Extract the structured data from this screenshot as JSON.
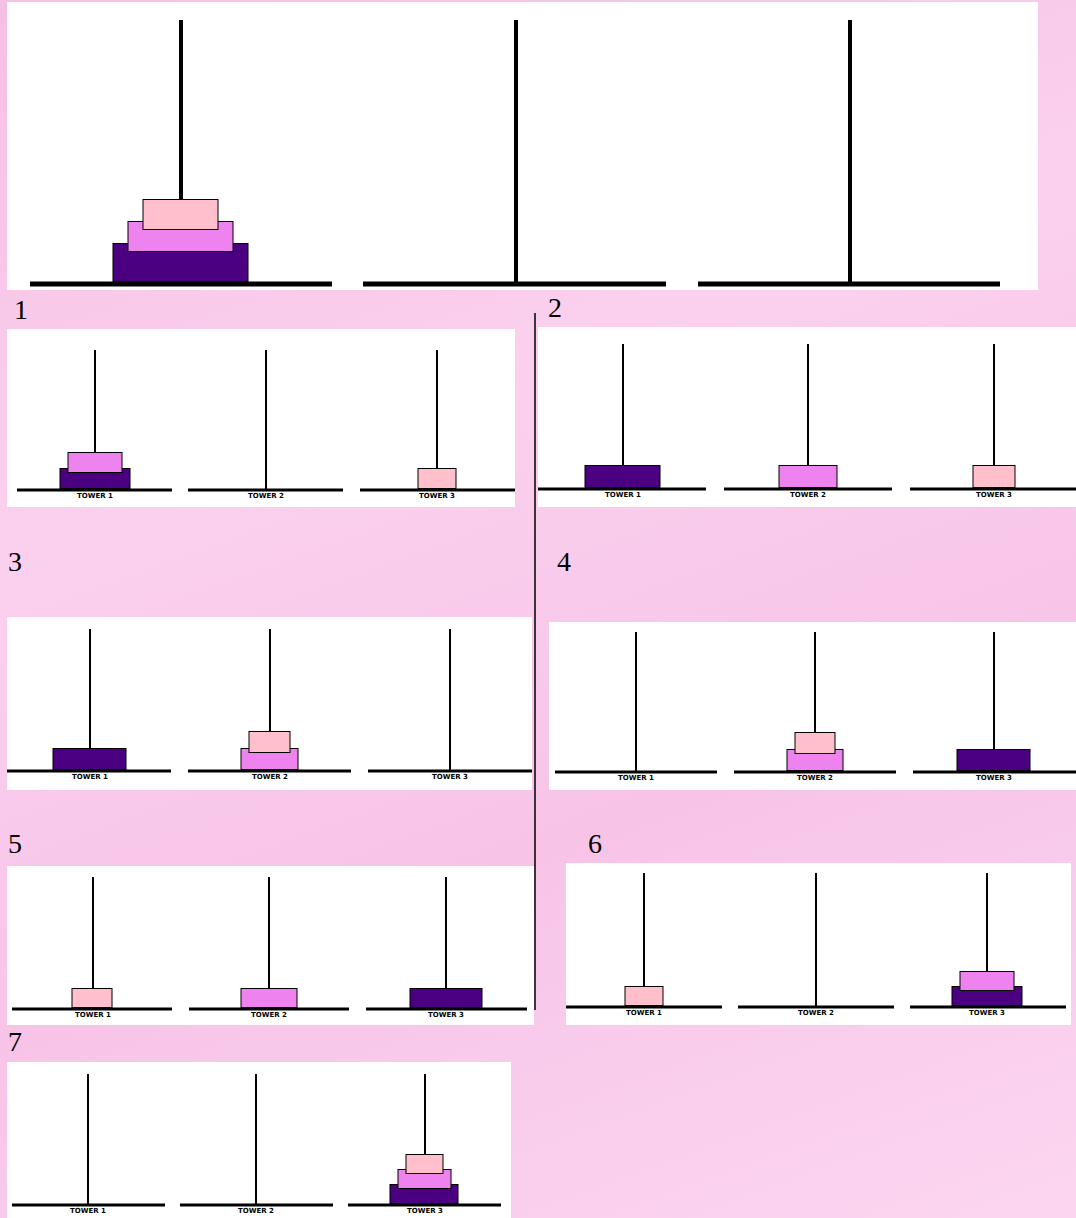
{
  "diagram": {
    "labels": [
      "1",
      "TOWER 1",
      "TOWER 2",
      "TOWER 3",
      "2",
      "TOWER 1",
      "TOWER 2",
      "TOWER 3",
      "3",
      "TOWER 1",
      "TOWER 2",
      "TOWER 3",
      "4",
      "TOWER 1",
      "TOWER 2",
      "TOWER 3",
      "5",
      "TOWER 1",
      "TOWER 2",
      "TOWER 3",
      "6",
      "TOWER 1",
      "TOWER 2",
      "TOWER 3",
      "7",
      "TOWER 1",
      "TOWER 2",
      "TOWER 3"
    ]
  }
}
